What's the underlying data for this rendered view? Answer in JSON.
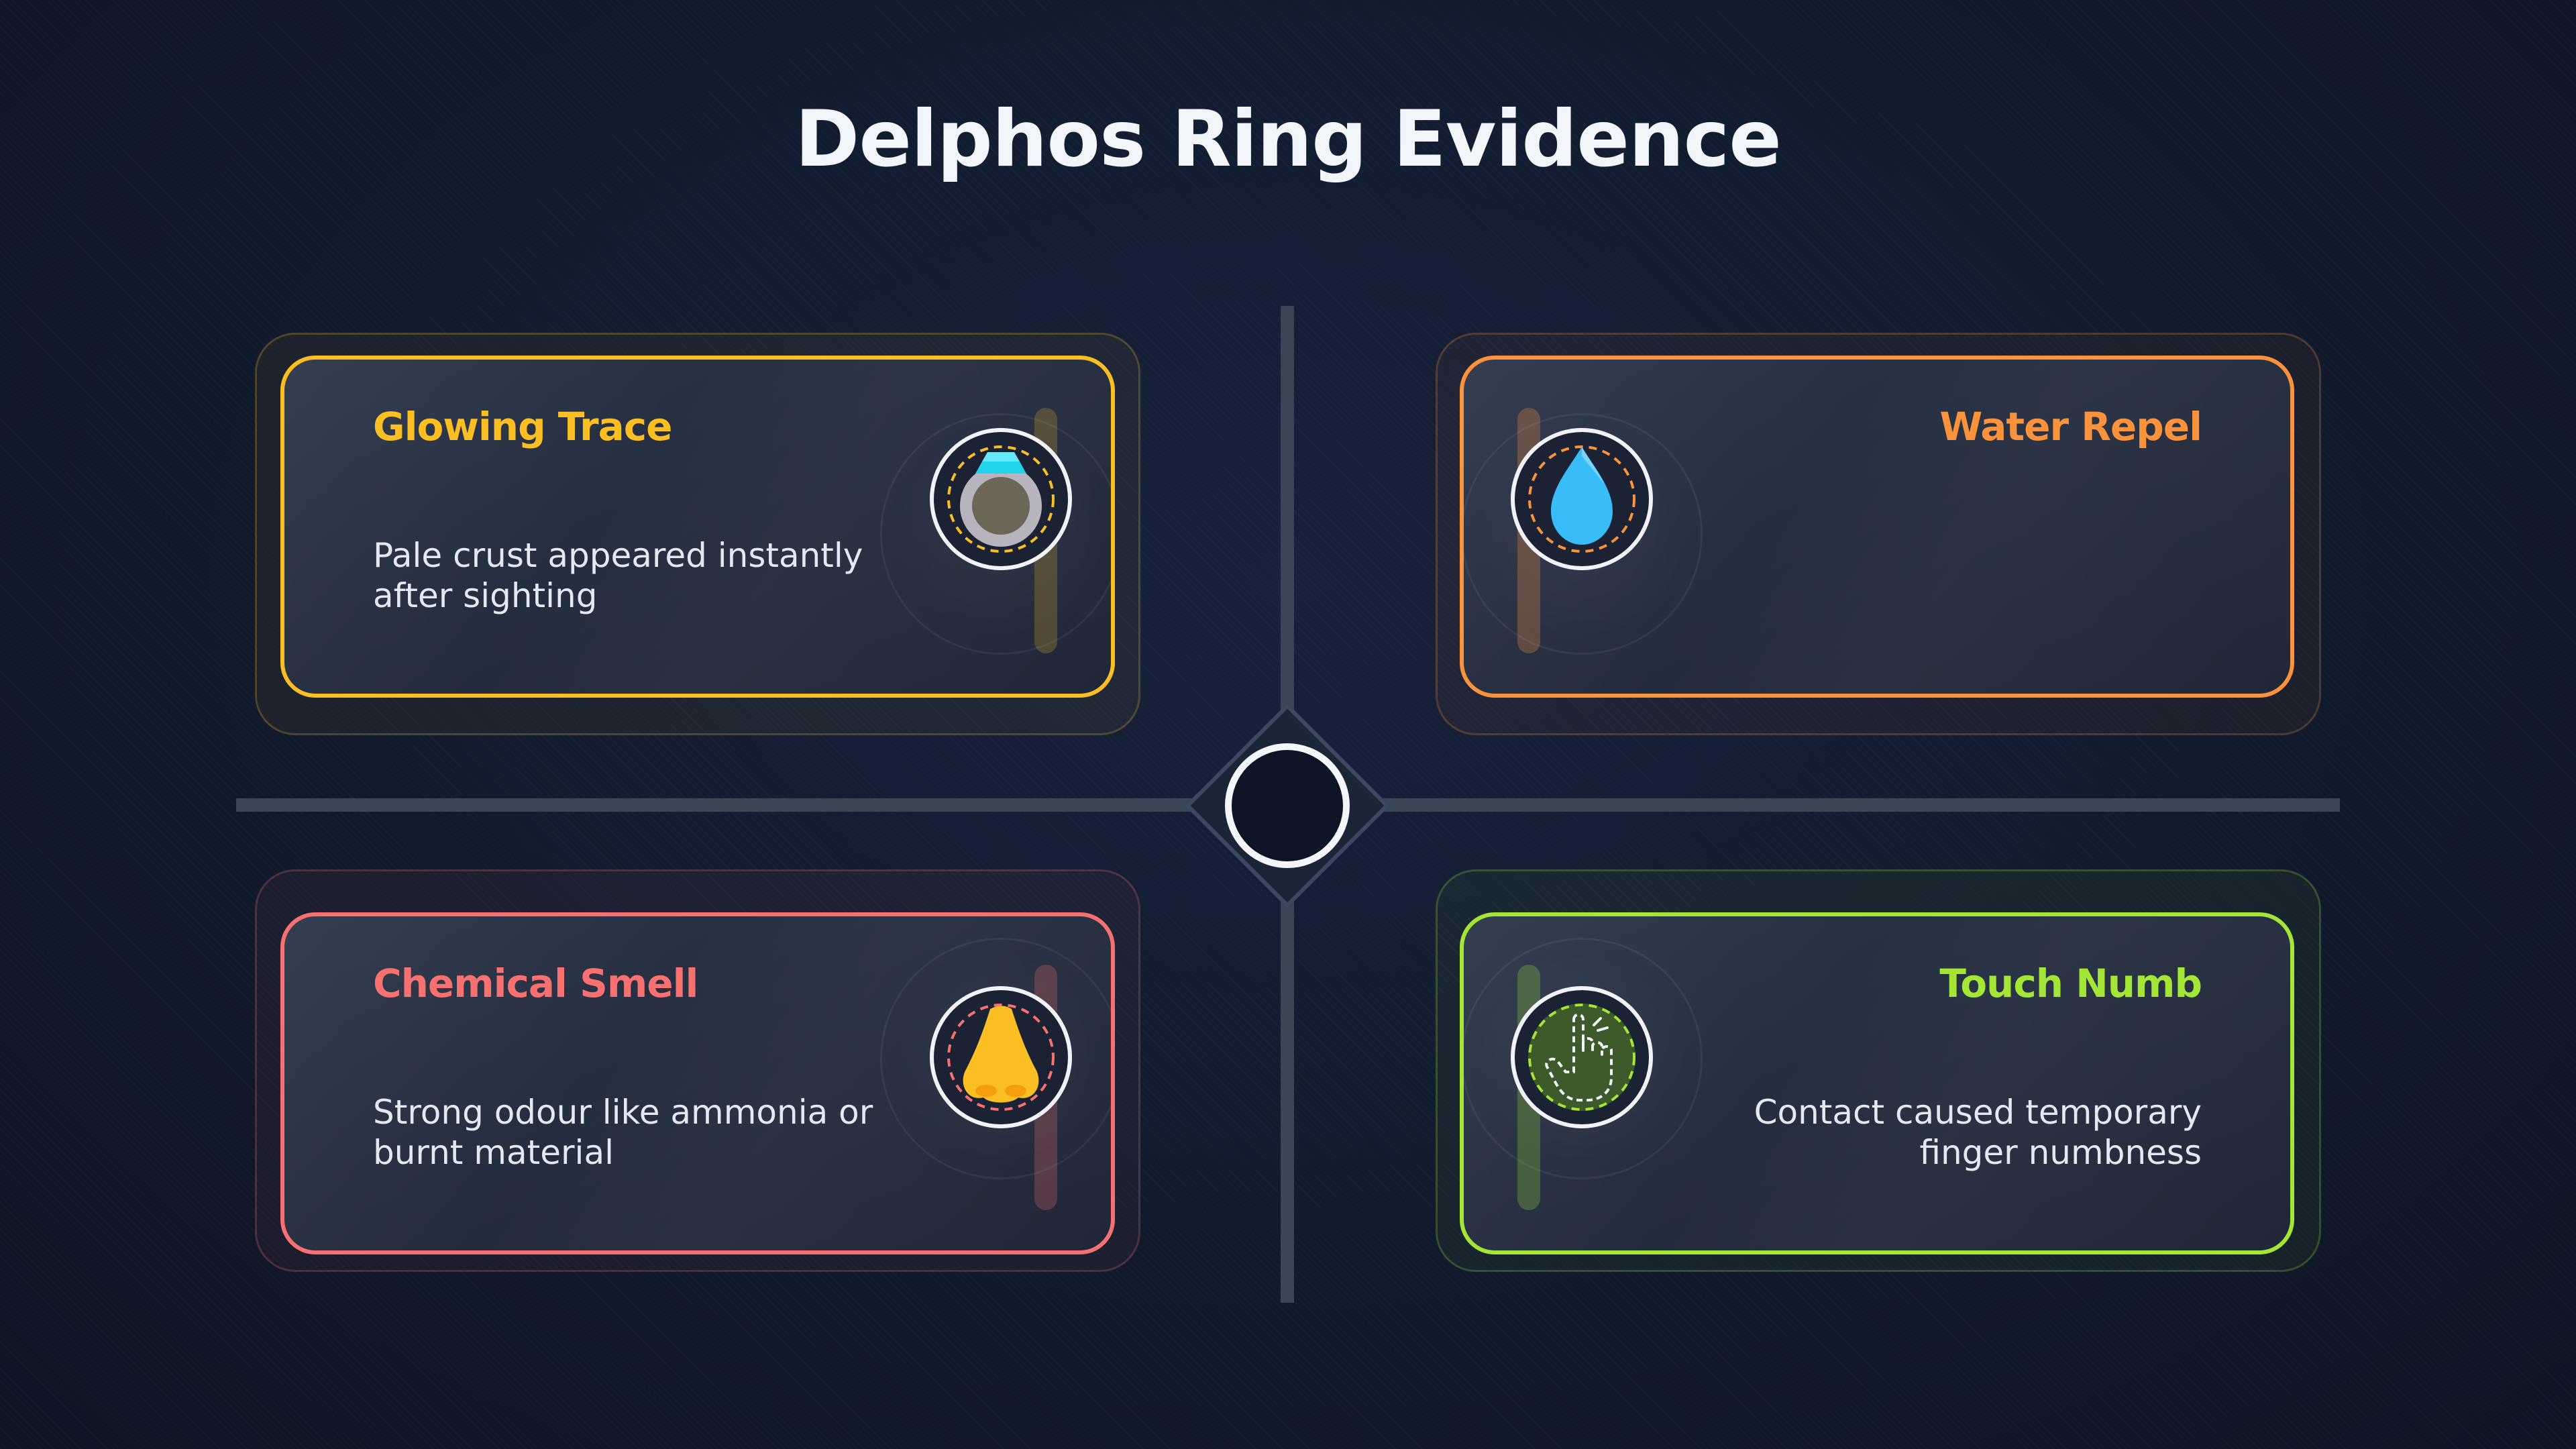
{
  "title": "Delphos Ring Evidence",
  "cards": [
    {
      "title": "Glowing Trace",
      "description": "Pale crust appeared instantly after sighting",
      "color": "#fbbf24",
      "icon": "ring-icon"
    },
    {
      "title": "Water Repel",
      "description": "",
      "color": "#fb923c",
      "icon": "water-drop-icon"
    },
    {
      "title": "Chemical Smell",
      "description": "Strong odour like ammonia or burnt material",
      "color": "#f87171",
      "icon": "nose-icon"
    },
    {
      "title": "Touch Numb",
      "description": "Contact caused temporary finger numbness",
      "color": "#a3e635",
      "icon": "pointing-hand-icon"
    }
  ]
}
